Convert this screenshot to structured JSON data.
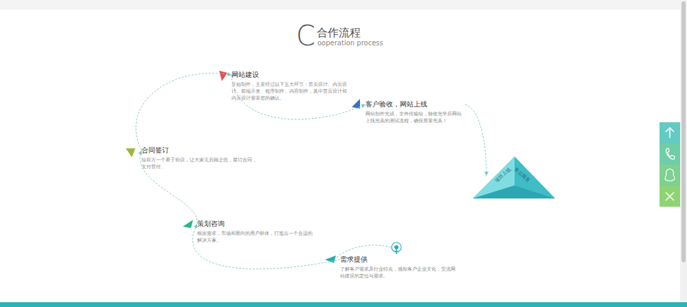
{
  "diagram": {
    "title": "合作流程",
    "nodes": [
      {
        "text": [
          "需求提供",
          "了解客户需求及行业特点，感知客户企业文化，交流网站建设的定位与需求。"
        ]
      },
      {
        "text": [
          "策划咨询",
          "根据需求，市场和面向的用户群体，打造出一个合适的解决方案。"
        ]
      },
      {
        "text": [
          "合同签订",
          "给双方一个君子协议，让大家无后顾之忧，签订合同，支付首付。"
        ]
      },
      {
        "text": [
          "网站建设",
          "开始制作，主要经过以下五大环节：首页设计、内页设计、前端开发、程序制作、内容制作，其中首页设计和内页设计需要您的确认。"
        ]
      },
      {
        "text": [
          "客户验收，网站上线",
          "网站制作完成，文件传输给，验收完毕后网站上线完美的测试流程，确保质量完美！"
        ]
      },
      {
        "text": [
          "项目上线",
          "售后服务"
        ]
      }
    ],
    "edges": [
      {
        "from": 0,
        "to": 1,
        "arrow": "to"
      },
      {
        "from": 1,
        "to": 2,
        "arrow": "to"
      },
      {
        "from": 2,
        "to": 3,
        "arrow": "to"
      },
      {
        "from": 3,
        "to": 4,
        "arrow": "to"
      },
      {
        "from": 4,
        "to": 5,
        "arrow": "to"
      }
    ],
    "labels": [
      "C",
      "ooperation process"
    ]
  }
}
